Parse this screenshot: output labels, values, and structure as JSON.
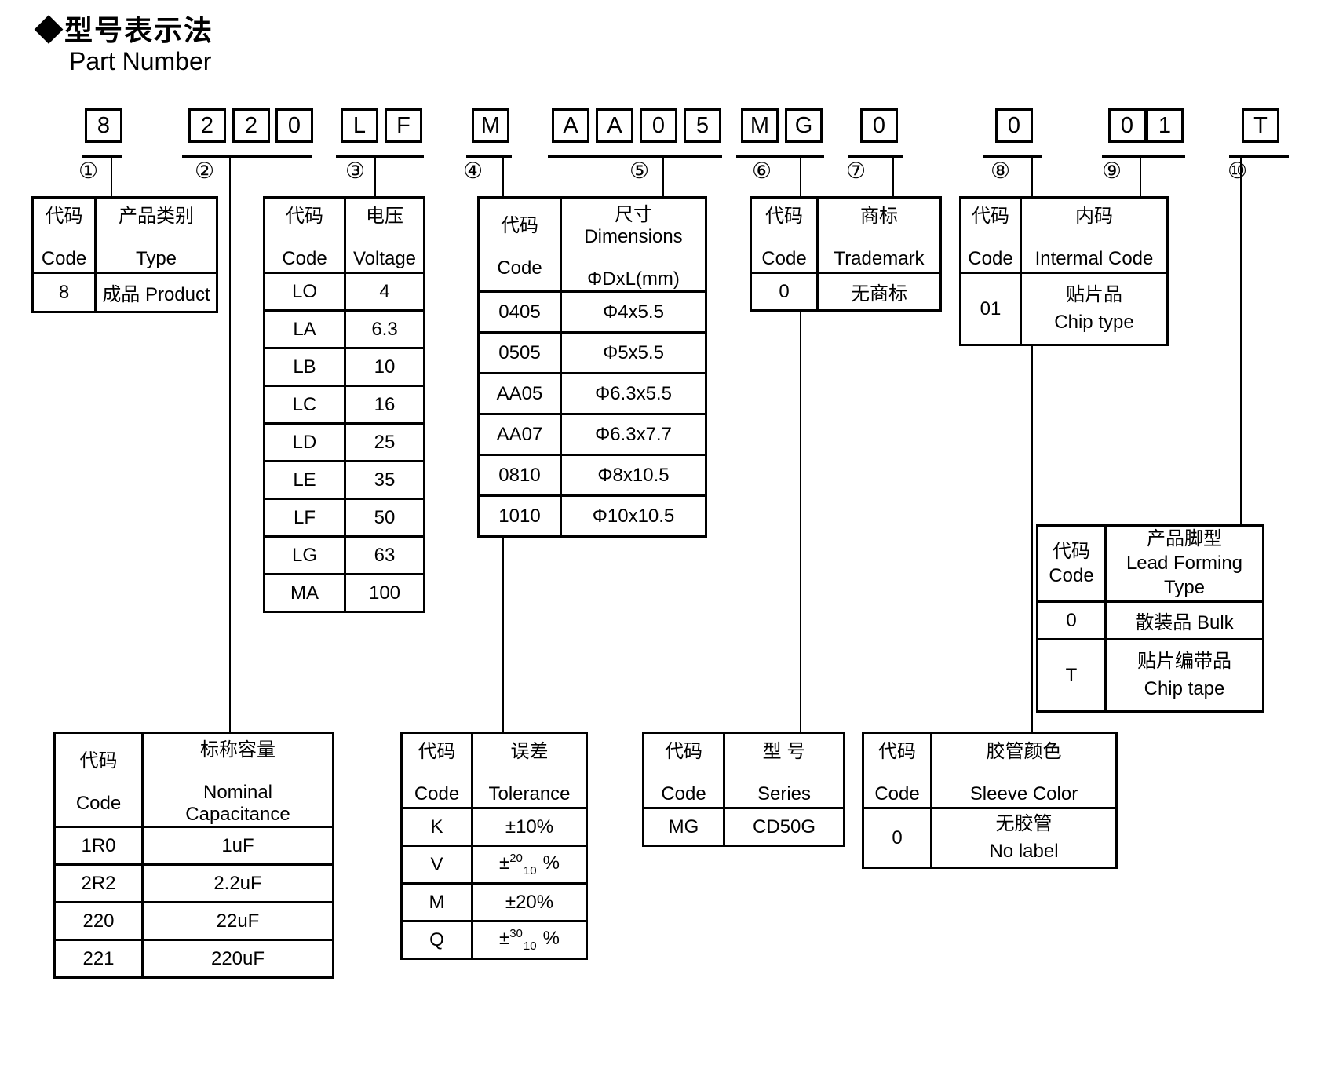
{
  "title": {
    "zh": "◆型号表示法",
    "en": "Part Number"
  },
  "part_number": {
    "boxes": [
      "8",
      "2",
      "2",
      "0",
      "L",
      "F",
      "M",
      "A",
      "A",
      "0",
      "5",
      "M",
      "G",
      "0",
      "0",
      "0",
      "1",
      "T"
    ],
    "markers": [
      "①",
      "②",
      "③",
      "④",
      "⑤",
      "⑥",
      "⑦",
      "⑧",
      "⑨",
      "⑩"
    ]
  },
  "tables": {
    "product": {
      "header": {
        "code_zh": "代码",
        "code_en": "Code",
        "val_zh": "产品类别",
        "val_en": "Type"
      },
      "rows": [
        {
          "code": "8",
          "value": "成品 Product"
        }
      ]
    },
    "voltage": {
      "header": {
        "code_zh": "代码",
        "code_en": "Code",
        "val_zh": "电压",
        "val_en": "Voltage"
      },
      "rows": [
        {
          "code": "LO",
          "value": "4"
        },
        {
          "code": "LA",
          "value": "6.3"
        },
        {
          "code": "LB",
          "value": "10"
        },
        {
          "code": "LC",
          "value": "16"
        },
        {
          "code": "LD",
          "value": "25"
        },
        {
          "code": "LE",
          "value": "35"
        },
        {
          "code": "LF",
          "value": "50"
        },
        {
          "code": "LG",
          "value": "63"
        },
        {
          "code": "MA",
          "value": "100"
        }
      ]
    },
    "dimensions": {
      "header": {
        "code_zh": "代码",
        "code_en": "Code",
        "val_zh": "尺寸 Dimensions",
        "val_en": "ΦDxL(mm)"
      },
      "rows": [
        {
          "code": "0405",
          "value": "Φ4x5.5"
        },
        {
          "code": "0505",
          "value": "Φ5x5.5"
        },
        {
          "code": "AA05",
          "value": "Φ6.3x5.5"
        },
        {
          "code": "AA07",
          "value": "Φ6.3x7.7"
        },
        {
          "code": "0810",
          "value": "Φ8x10.5"
        },
        {
          "code": "1010",
          "value": "Φ10x10.5"
        }
      ]
    },
    "trademark": {
      "header": {
        "code_zh": "代码",
        "code_en": "Code",
        "val_zh": "商标",
        "val_en": "Trademark"
      },
      "rows": [
        {
          "code": "0",
          "value": "无商标"
        }
      ]
    },
    "internal_code": {
      "header": {
        "code_zh": "代码",
        "code_en": "Code",
        "val_zh": "内码",
        "val_en": "Intermal Code"
      },
      "rows": [
        {
          "code": "01",
          "value_zh": "贴片品",
          "value_en": "Chip type"
        }
      ]
    },
    "lead_forming": {
      "header": {
        "code_zh": "代码",
        "code_en": "Code",
        "val_zh": "产品脚型",
        "val_en1": "Lead Forming",
        "val_en2": "Type"
      },
      "rows": [
        {
          "code": "0",
          "value": "散装品 Bulk"
        },
        {
          "code": "T",
          "value_zh": "贴片编带品",
          "value_en": "Chip tape"
        }
      ]
    },
    "capacitance": {
      "header": {
        "code_zh": "代码",
        "code_en": "Code",
        "val_zh": "标称容量",
        "val_en": "Nominal Capacitance"
      },
      "rows": [
        {
          "code": "1R0",
          "value": "1uF"
        },
        {
          "code": "2R2",
          "value": "2.2uF"
        },
        {
          "code": "220",
          "value": "22uF"
        },
        {
          "code": "221",
          "value": "220uF"
        }
      ]
    },
    "tolerance": {
      "header": {
        "code_zh": "代码",
        "code_en": "Code",
        "val_zh": "误差",
        "val_en": "Tolerance"
      },
      "rows": [
        {
          "code": "K",
          "value": "±10%"
        },
        {
          "code": "V",
          "pm": "±",
          "sup": "20",
          "sub": "10",
          "pct": "%"
        },
        {
          "code": "M",
          "value": "±20%"
        },
        {
          "code": "Q",
          "pm": "±",
          "sup": "30",
          "sub": "10",
          "pct": "%"
        }
      ]
    },
    "series": {
      "header": {
        "code_zh": "代码",
        "code_en": "Code",
        "val_zh": "型 号",
        "val_en": "Series"
      },
      "rows": [
        {
          "code": "MG",
          "value": "CD50G"
        }
      ]
    },
    "sleeve": {
      "header": {
        "code_zh": "代码",
        "code_en": "Code",
        "val_zh": "胶管颜色",
        "val_en": "Sleeve Color"
      },
      "rows": [
        {
          "code": "0",
          "value_zh": "无胶管",
          "value_en": "No label"
        }
      ]
    }
  }
}
